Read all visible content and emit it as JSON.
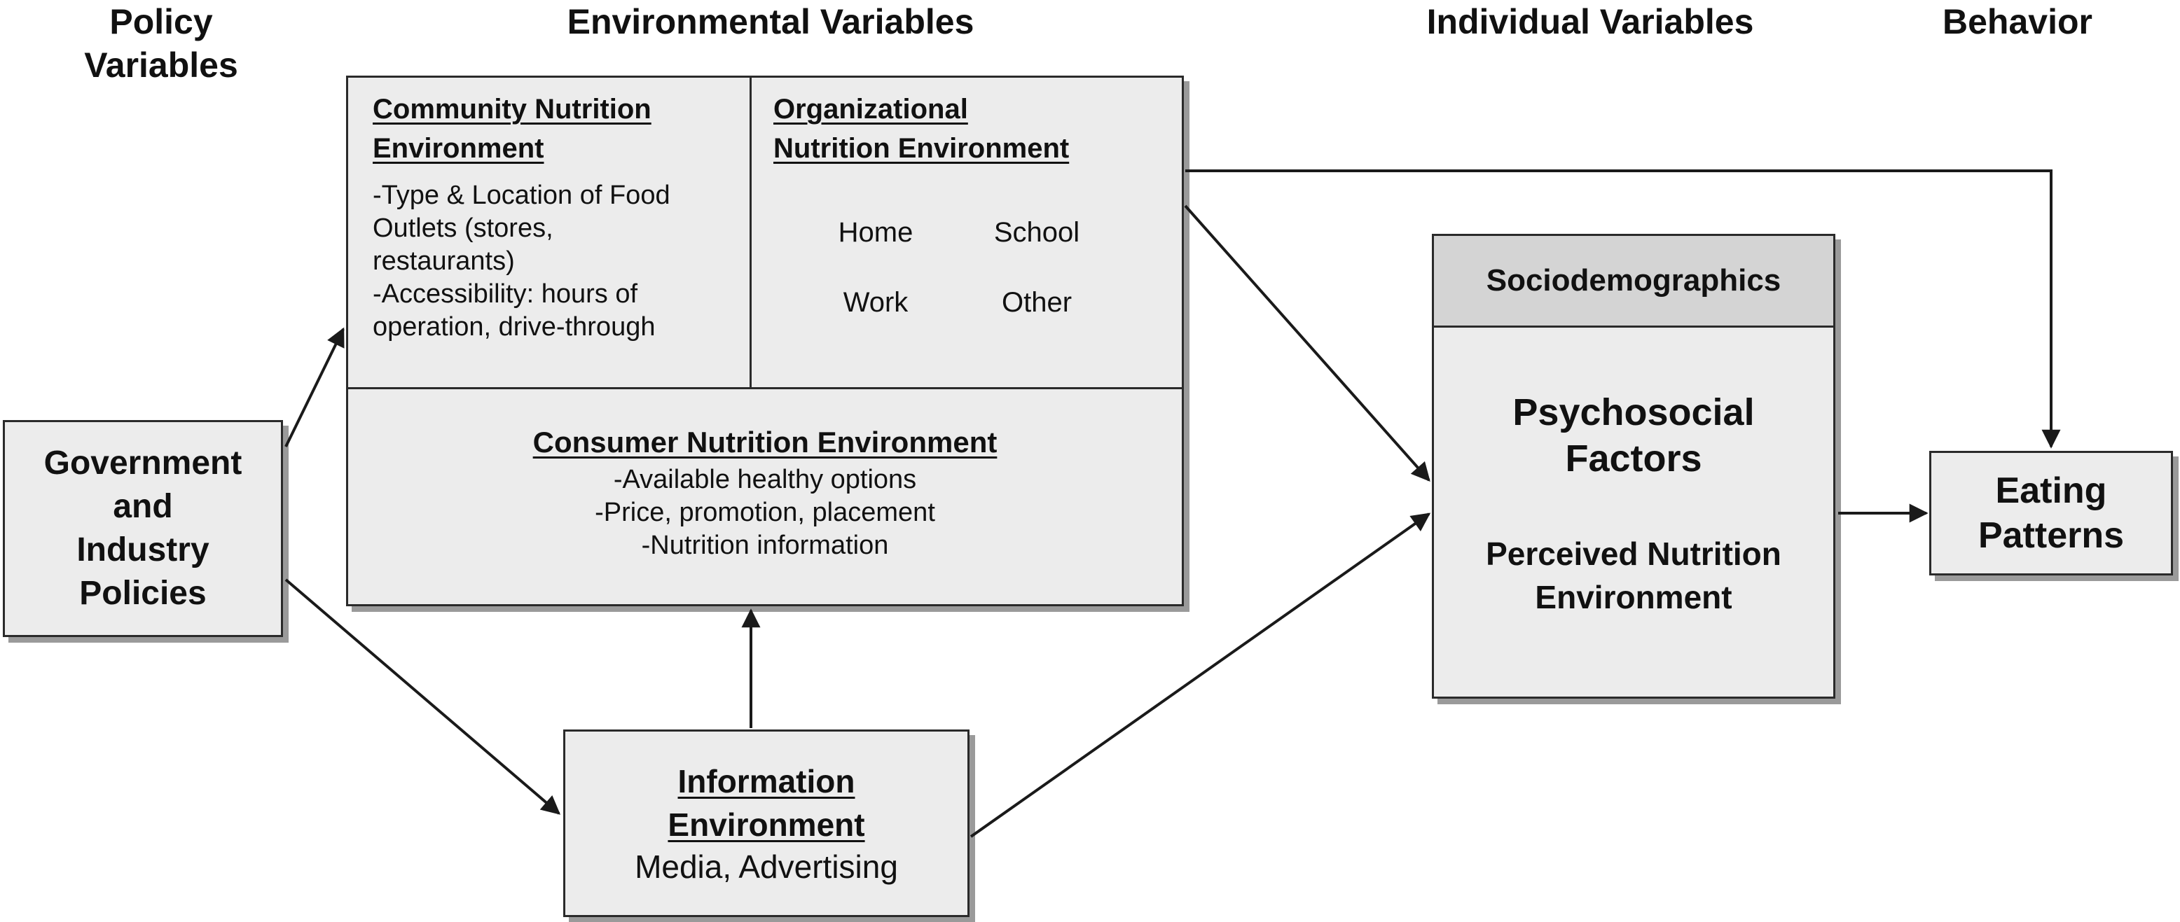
{
  "columns": {
    "policy": "Policy\nVariables",
    "environmental": "Environmental Variables",
    "individual": "Individual Variables",
    "behavior": "Behavior"
  },
  "government": {
    "label": "Government\nand\nIndustry\nPolicies"
  },
  "community": {
    "title": "Community Nutrition\nEnvironment",
    "items": [
      "-Type & Location of Food\nOutlets (stores,\nrestaurants)",
      "-Accessibility: hours of\noperation, drive-through"
    ]
  },
  "organizational": {
    "title": "Organizational\nNutrition Environment",
    "settings": [
      "Home",
      "School",
      "Work",
      "Other"
    ]
  },
  "consumer": {
    "title": "Consumer Nutrition Environment",
    "items": [
      "-Available healthy options",
      "-Price, promotion, placement",
      "-Nutrition information"
    ]
  },
  "information": {
    "title": "Information\nEnvironment",
    "subtitle": "Media, Advertising"
  },
  "individual": {
    "header": "Sociodemographics",
    "psychosocial": "Psychosocial\nFactors",
    "perceived": "Perceived Nutrition\nEnvironment"
  },
  "eating": {
    "label": "Eating\nPatterns"
  },
  "colors": {
    "box_fill": "#ececec",
    "header_fill": "#d4d4d4",
    "line": "#1a1a1a",
    "shadow": "#9a9a9a"
  }
}
